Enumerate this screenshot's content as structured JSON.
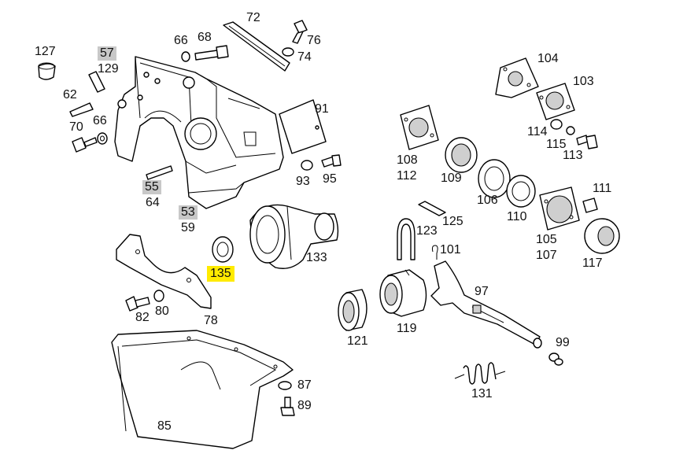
{
  "diagram": {
    "highlight_color": "#ffeb00",
    "grey_tag_color": "#c8c8c8",
    "labels": {
      "p127": "127",
      "p57": "57",
      "p129": "129",
      "p66a": "66",
      "p68": "68",
      "p72": "72",
      "p76": "76",
      "p74": "74",
      "p62": "62",
      "p70": "70",
      "p66b": "66",
      "p91": "91",
      "p93": "93",
      "p95": "95",
      "p55": "55",
      "p64": "64",
      "p53": "53",
      "p59": "59",
      "p133": "133",
      "p135": "135",
      "p78": "78",
      "p82": "82",
      "p80": "80",
      "p87": "87",
      "p89": "89",
      "p85": "85",
      "p104": "104",
      "p103": "103",
      "p114": "114",
      "p115": "115",
      "p113": "113",
      "p108": "108",
      "p112": "112",
      "p109": "109",
      "p106": "106",
      "p110": "110",
      "p111": "111",
      "p125": "125",
      "p123": "123",
      "p101": "101",
      "p105": "105",
      "p107": "107",
      "p117": "117",
      "p97": "97",
      "p121": "121",
      "p119": "119",
      "p99": "99",
      "p131": "131"
    }
  }
}
